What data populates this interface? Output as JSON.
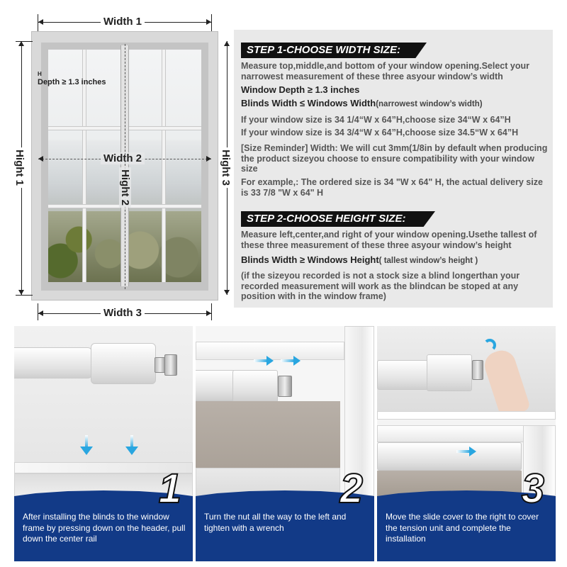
{
  "diagram": {
    "width_top": "Width 1",
    "width_middle": "Width 2",
    "width_bottom": "Width 3",
    "height_left": "Hight 1",
    "height_middle": "Hight 2",
    "height_right": "Hight 3",
    "depth": "Depth ≥ 1.3 inches",
    "depth_marker": "H"
  },
  "step1": {
    "banner": "STEP 1-CHOOSE WIDTH SIZE:",
    "intro": "Measure top,middle,and bottom of your window opening.Select your narrowest measurement of these three asyour window’s width",
    "depth_rule": "Window Depth ≥ 1.3 inches",
    "width_rule_main": "Blinds Width ≤ Windows Width",
    "width_rule_paren": "(narrowest window’s width)",
    "example1": "If your window size is 34 1/4“W x 64”H,choose size 34“W x 64”H",
    "example2": "If your window size is 34 3/4“W x 64”H,choose size 34.5“W x 64”H",
    "reminder": "[Size Reminder] Width: We will cut 3mm(1/8in by default when producing the product sizeyou choose to ensure compatibility with your window size",
    "example3": "For example,: The ordered size is 34 \"W x 64\" H, the actual delivery size is 33 7/8 \"W x 64\" H"
  },
  "step2": {
    "banner": "STEP 2-CHOOSE HEIGHT SIZE:",
    "intro": "Measure left,center,and right of your window opening.Usethe tallest of these three measurement of these three asyour window’s height",
    "height_rule_main": "Blinds Width ≥ Windows Height",
    "height_rule_paren": "( tallest window’s height )",
    "note": "(if the sizeyou recorded is not a stock size a blind longerthan your recorded measurement will work as the blindcan be stoped at any position with in the window frame)"
  },
  "install": [
    {
      "number": "1",
      "caption": "After installing the blinds to the window frame by pressing down on the header, pull down the center rail"
    },
    {
      "number": "2",
      "caption": "Turn the nut all the way to the left and tighten with a wrench"
    },
    {
      "number": "3",
      "caption": "Move the slide cover to the right to cover the tension unit and complete the installation"
    }
  ],
  "colors": {
    "caption_blue": "#123a87",
    "arrow_blue": "#29a6e0",
    "panel_gray": "#e9e9e9",
    "banner_black": "#111111"
  }
}
